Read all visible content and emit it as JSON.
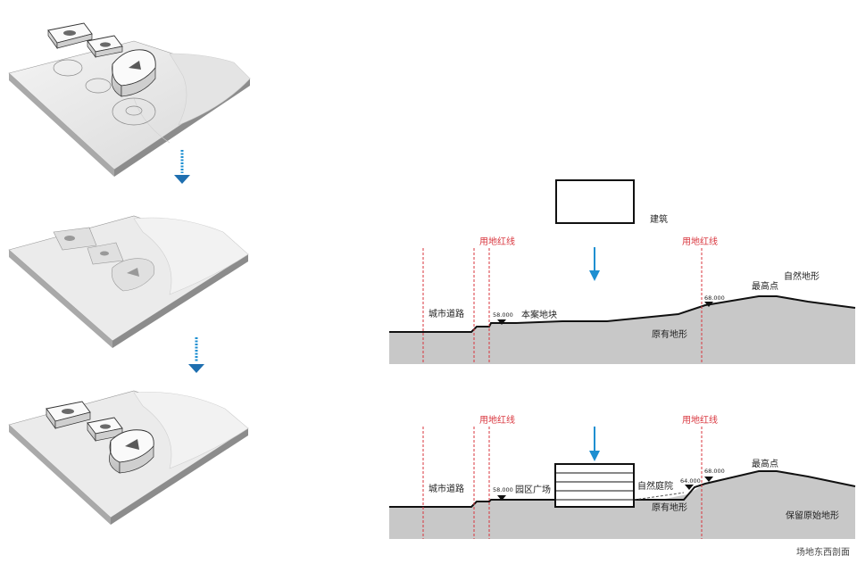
{
  "labels": {
    "building": "建筑",
    "red_line": "用地红线",
    "city_road": "城市道路",
    "site_plot": "本案地块",
    "original_terrain": "原有地形",
    "highest_point": "最高点",
    "natural_terrain": "自然地形",
    "park_plaza": "园区广场",
    "natural_courtyard": "自然庭院",
    "preserved_terrain": "保留原始地形",
    "caption": "场地东西剖面"
  },
  "elevations": {
    "e58": "58.000",
    "e64": "64.000",
    "e68": "68.000"
  },
  "colors": {
    "red_line": "#d9363e",
    "arrow_blue": "#1e8fd1",
    "ground_fill": "#c8c8c8",
    "terrain_light": "#ececec"
  }
}
